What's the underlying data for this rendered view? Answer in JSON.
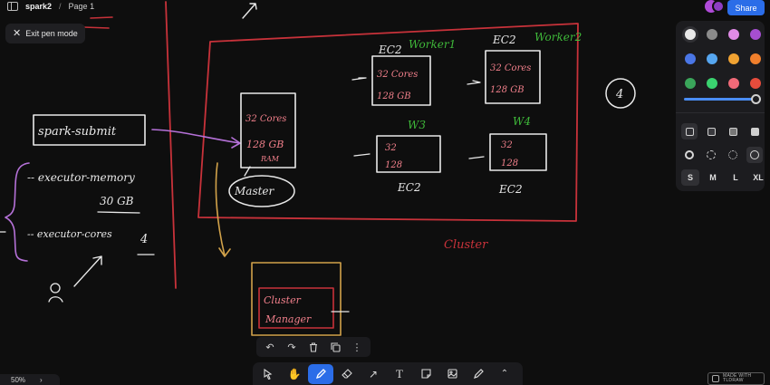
{
  "topbar": {
    "doc_name": "spark2",
    "page_name": "Page 1"
  },
  "pen_mode": {
    "label": "Exit pen mode"
  },
  "share": {
    "label": "Share"
  },
  "zoom": {
    "level": "50%"
  },
  "branding": {
    "line1": "MADE WITH",
    "line2": "TLDRAW"
  },
  "sketch": {
    "spark_submit": "spark-submit",
    "exec_memory": "-- executor-memory",
    "exec_memory_value": "30 GB",
    "exec_cores": "-- executor-cores",
    "exec_cores_value": "4",
    "master_cores": "32 Cores",
    "master_ram_amount": "128 GB",
    "master_ram_label": "RAM",
    "master_label": "Master",
    "worker1_type": "EC2",
    "worker1_name": "Worker1",
    "worker1_cores": "32 Cores",
    "worker1_ram": "128 GB",
    "worker2_type": "EC2",
    "worker2_name": "Worker2",
    "worker2_cores": "32 Cores",
    "worker2_ram": "128 GB",
    "worker3_name": "W3",
    "worker3_cores": "32",
    "worker3_ram": "128",
    "worker3_type": "EC2",
    "worker4_name": "W4",
    "worker4_cores": "32",
    "worker4_ram": "128",
    "worker4_type": "EC2",
    "count_circle": "4",
    "cluster_label": "Cluster",
    "cluster_manager_line1": "Cluster",
    "cluster_manager_line2": "Manager"
  },
  "colors": {
    "canvas": "#0e0e0e",
    "ink_white": "#e9e9e9",
    "ink_red": "#c8323a",
    "ink_green": "#3fb93a",
    "ink_violet": "#b571d8",
    "ink_orange": "#d2a24a",
    "accent_blue": "#2b6de8"
  },
  "style_panel": {
    "swatches": [
      "#e8e8e8",
      "#8b8b8b",
      "#e08ae6",
      "#a64ed0",
      "#4a76e6",
      "#56a6f0",
      "#f0a232",
      "#f07f2c",
      "#3aa55a",
      "#3ad26f",
      "#f06a78",
      "#e74c3c"
    ],
    "sizes": [
      "S",
      "M",
      "L",
      "XL"
    ]
  }
}
